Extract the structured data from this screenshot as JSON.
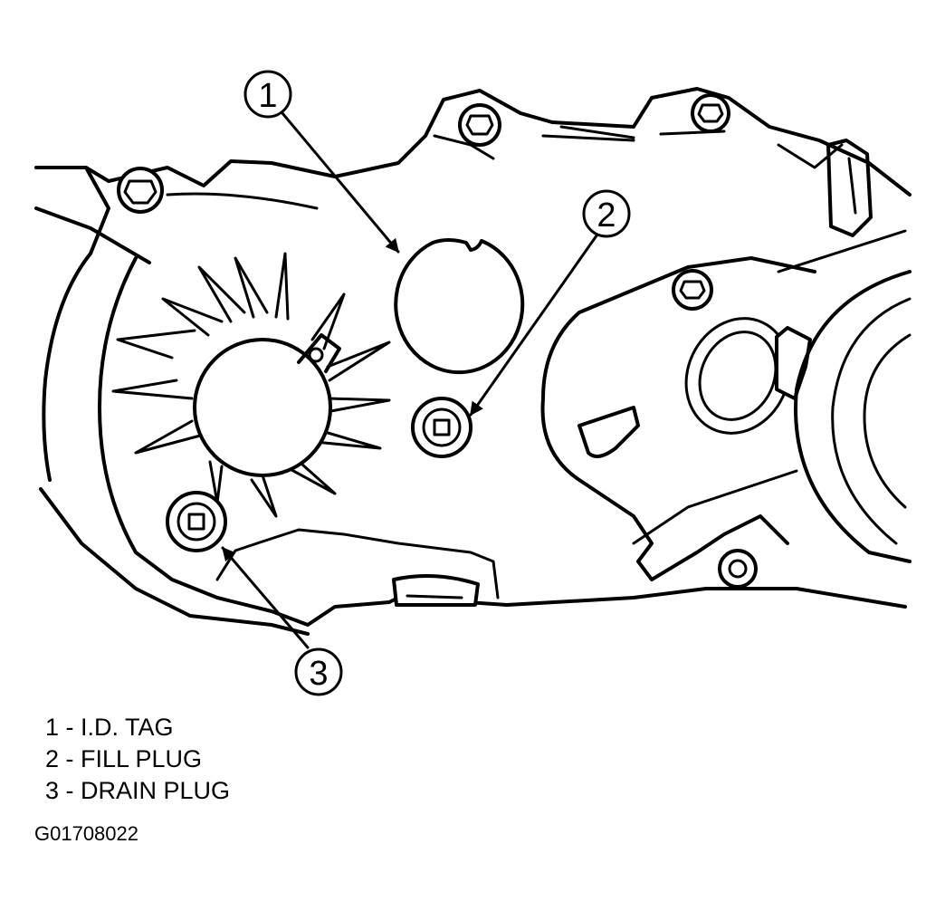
{
  "callouts": [
    {
      "number": "1",
      "label": "I.D. TAG"
    },
    {
      "number": "2",
      "label": "FILL PLUG"
    },
    {
      "number": "3",
      "label": "DRAIN PLUG"
    }
  ],
  "legend": [
    "1 - I.D. TAG",
    "2 - FILL PLUG",
    "3 - DRAIN PLUG"
  ],
  "figure_id": "G01708022"
}
